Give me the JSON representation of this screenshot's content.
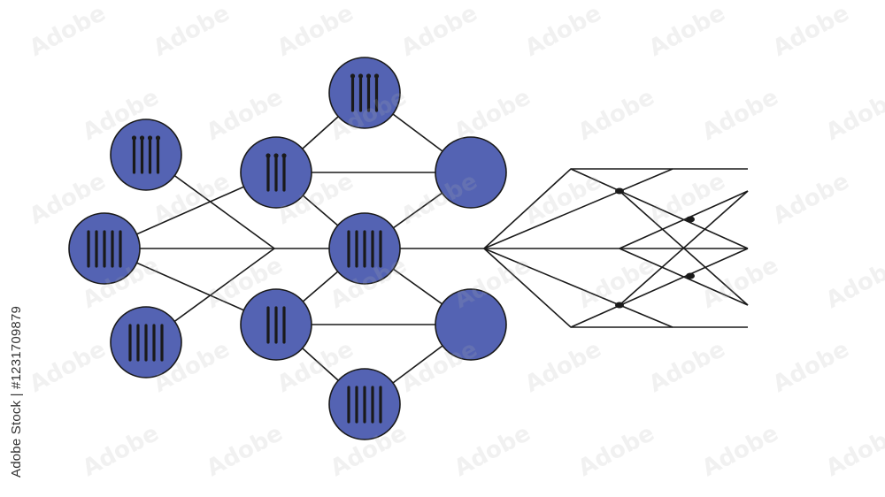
{
  "stock_label": "Adobe Stock | #1231709879",
  "watermark_text": "Adobe",
  "colors": {
    "node_fill": "#5463b3",
    "stroke": "#1a1a1a",
    "background": "#ffffff"
  },
  "nodes": [
    {
      "id": "n1",
      "tally": 4,
      "pins": true
    },
    {
      "id": "n2",
      "tally": 5,
      "pins": false
    },
    {
      "id": "n3",
      "tally": 5,
      "pins": false
    },
    {
      "id": "n4",
      "tally": 3,
      "pins": true
    },
    {
      "id": "n5",
      "tally": 3,
      "pins": false
    },
    {
      "id": "n6",
      "tally": 4,
      "pins": true
    },
    {
      "id": "n7",
      "tally": 5,
      "pins": false
    },
    {
      "id": "n8",
      "tally": 5,
      "pins": false
    },
    {
      "id": "n9",
      "tally": 0,
      "pins": false
    },
    {
      "id": "n10",
      "tally": 0,
      "pins": false
    }
  ]
}
